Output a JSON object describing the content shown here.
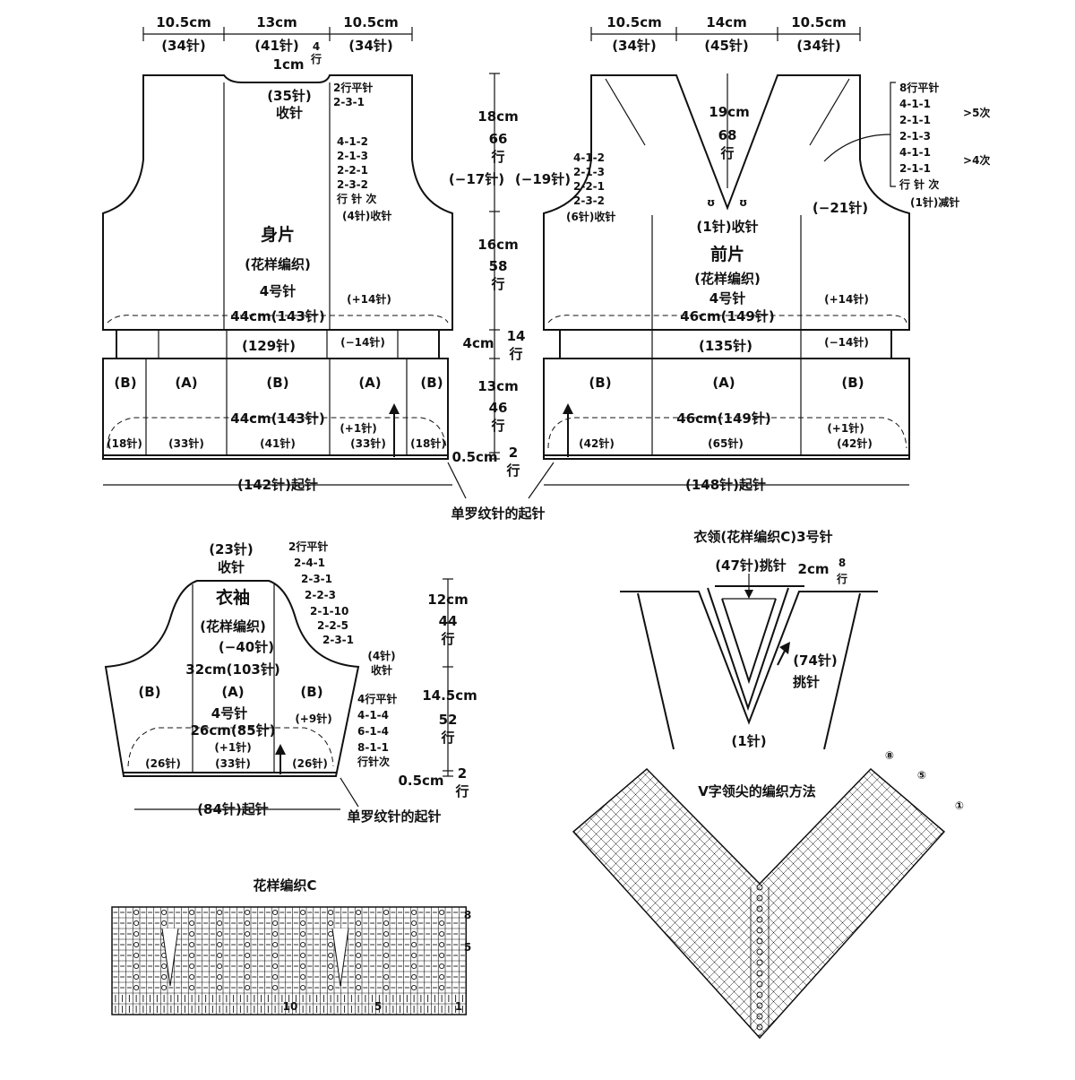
{
  "back": {
    "top_widths": [
      "10.5cm",
      "13cm",
      "10.5cm"
    ],
    "top_stitches": [
      "(34针)",
      "(41针)",
      "(34针)"
    ],
    "neck_rows": "4\n行",
    "neck_drop": "1cm",
    "neck_bind": "(35针)",
    "neck_bind_label": "收针",
    "neck_shaping": [
      "2行平针",
      "2-3-1"
    ],
    "armhole_shaping": [
      "4-1-2",
      "2-1-3",
      "2-2-1",
      "2-3-2",
      "行 针 次"
    ],
    "armhole_bind": "(4针)收针",
    "armhole_dec": "(−17针)",
    "title": "身片",
    "pattern": "(花样编织)",
    "needle": "4号针",
    "upper_width": "44cm(143针)",
    "upper_inc": "(+14针)",
    "waist_stitches": "(129针)",
    "waist_dec": "(−14针)",
    "panels": [
      "(B)",
      "(A)",
      "(B)",
      "(A)",
      "(B)"
    ],
    "lower_width": "44cm(143针)",
    "lower_inc": "(+1针)",
    "hem_stitches": [
      "(18针)",
      "(33针)",
      "(41针)",
      "(33针)",
      "(18针)"
    ],
    "cast_on": "(142针)起针"
  },
  "middle": {
    "h1": "18cm",
    "r1": "66",
    "r1u": "行",
    "h2": "16cm",
    "r2": "58",
    "r2u": "行",
    "h3": "4cm",
    "r3": "14",
    "r3u": "行",
    "h4": "13cm",
    "r4": "46",
    "r4u": "行",
    "h5": "0.5cm",
    "r5": "2",
    "r5u": "行"
  },
  "rib_cast_on_label": "单罗纹针的起针",
  "front": {
    "top_widths": [
      "10.5cm",
      "14cm",
      "10.5cm"
    ],
    "top_stitches": [
      "(34针)",
      "(45针)",
      "(34针)"
    ],
    "v_height": "19cm",
    "v_rows": "68",
    "v_rows_unit": "行",
    "armhole_shaping": [
      "4-1-2",
      "2-1-3",
      "2-2-1",
      "2-3-2"
    ],
    "armhole_bind": "(6针)收针",
    "armhole_dec_left": "(−19针)",
    "armhole_dec_right": "(−21针)",
    "center_bind": "(1针)收针",
    "neck_shaping": [
      "8行平针",
      "4-1-1",
      "2-1-1",
      "2-1-3",
      "4-1-1",
      "2-1-1",
      "行 针 次"
    ],
    "repeat_5": "5次",
    "repeat_4": "4次",
    "neck_dec": "(1针)减针",
    "title": "前片",
    "pattern": "(花样编织)",
    "needle": "4号针",
    "upper_width": "46cm(149针)",
    "upper_inc": "(+14针)",
    "waist_stitches": "(135针)",
    "waist_dec": "(−14针)",
    "panels": [
      "(B)",
      "(A)",
      "(B)"
    ],
    "lower_width": "46cm(149针)",
    "lower_inc": "(+1针)",
    "hem_stitches": [
      "(42针)",
      "(65针)",
      "(42针)"
    ],
    "cast_on": "(148针)起针"
  },
  "sleeve": {
    "top_bind": "(23针)",
    "top_bind_label": "收针",
    "cap_shaping": [
      "2行平针",
      "2-4-1",
      "2-3-1",
      "2-2-3",
      "2-1-10",
      "2-2-5",
      "2-3-1"
    ],
    "title": "衣袖",
    "pattern": "(花样编织)",
    "cap_dec": "(−40针)",
    "side_bind": "(4针)",
    "side_bind_label": "收针",
    "upper_width": "32cm(103针)",
    "panels": [
      "(B)",
      "(A)",
      "(B)"
    ],
    "needle": "4号针",
    "side_inc": "(+9针)",
    "side_shaping": [
      "4行平针",
      "4-1-4",
      "6-1-4",
      "8-1-1",
      "行针次"
    ],
    "lower_width": "26cm(85针)",
    "lower_inc": "(+1针)",
    "hem_stitches": [
      "(26针)",
      "(33针)",
      "(26针)"
    ],
    "cast_on": "(84针)起针",
    "rib_label": "单罗纹针的起针",
    "h1": "12cm",
    "r1": "44",
    "r1u": "行",
    "h2": "14.5cm",
    "r2": "52",
    "r2u": "行",
    "h3": "0.5cm",
    "r3": "2",
    "r3u": "行"
  },
  "collar": {
    "title": "衣领(花样编织C)3号针",
    "pickup_top": "(47针)挑针",
    "width": "2cm",
    "rows": "8",
    "rows_unit": "行",
    "pickup_side": "(74针)",
    "pickup_side_label": "挑针",
    "center": "(1针)"
  },
  "chart_c": {
    "title": "花样编织C",
    "row_marks": [
      "8",
      "5"
    ],
    "col_marks": [
      "10",
      "5",
      "1"
    ]
  },
  "v_tip": {
    "title": "V字领尖的编织方法",
    "markers": [
      "⑧",
      "⑤",
      "①"
    ]
  }
}
